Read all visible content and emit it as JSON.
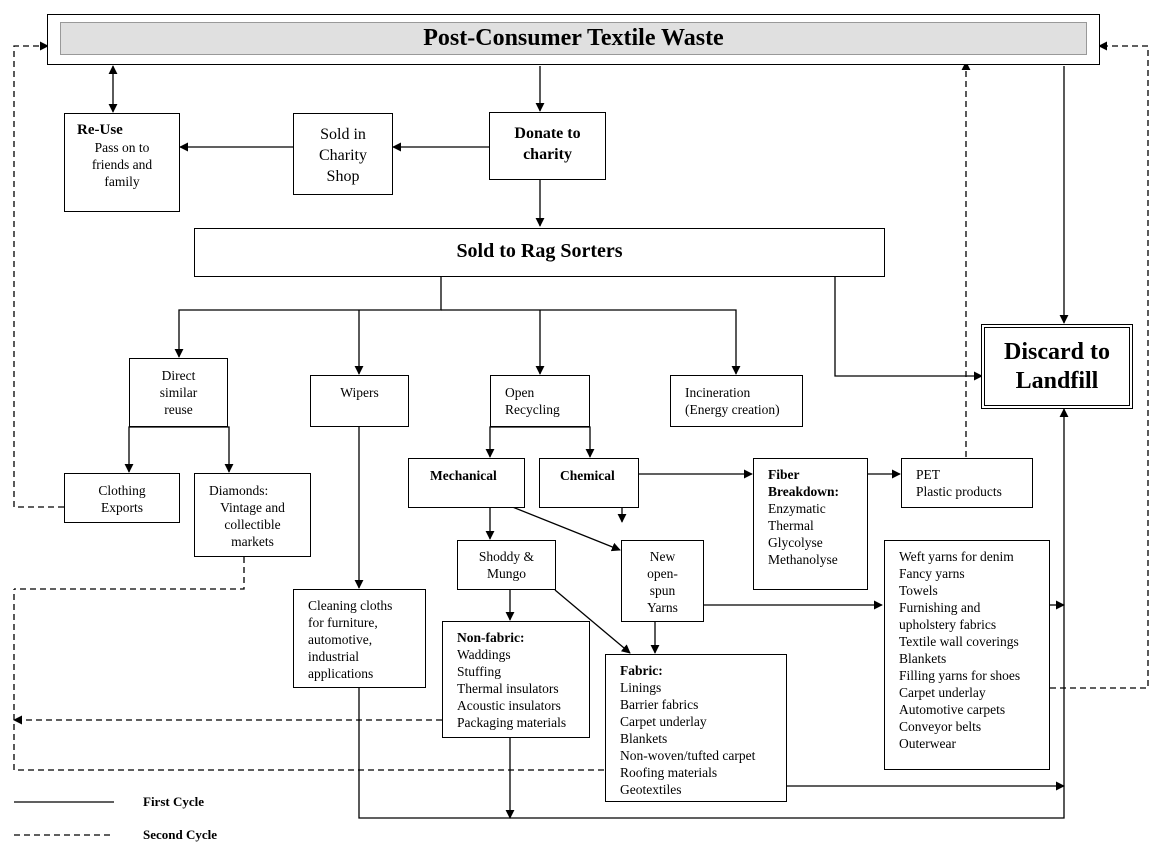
{
  "title": "Post-Consumer Textile Waste",
  "reuse": {
    "heading": "Re-Use",
    "lines": [
      "Pass on to",
      "friends and",
      "family"
    ]
  },
  "charity_shop": {
    "lines": [
      "Sold in",
      "Charity",
      "Shop"
    ]
  },
  "donate": {
    "lines": [
      "Donate to",
      "charity"
    ]
  },
  "rag_sorters": "Sold to Rag Sorters",
  "direct_reuse": {
    "lines": [
      "Direct",
      "similar",
      "reuse"
    ]
  },
  "wipers": "Wipers",
  "open_recycling": {
    "lines": [
      "Open",
      "Recycling"
    ]
  },
  "incineration": {
    "lines": [
      "Incineration",
      "(Energy creation)"
    ]
  },
  "landfill": {
    "lines": [
      "Discard to",
      "Landfill"
    ]
  },
  "clothing_exports": {
    "lines": [
      "Clothing",
      "Exports"
    ]
  },
  "diamonds": {
    "lines": [
      "Diamonds:",
      "Vintage and",
      "collectible",
      "markets"
    ]
  },
  "mechanical": "Mechanical",
  "chemical": "Chemical",
  "fiber_breakdown": {
    "heading": [
      "Fiber",
      "Breakdown:"
    ],
    "items": [
      "Enzymatic",
      "Thermal",
      "Glycolyse",
      "Methanolyse"
    ]
  },
  "pet": {
    "lines": [
      "PET",
      "Plastic products"
    ]
  },
  "shoddy": {
    "lines": [
      "Shoddy &",
      "Mungo"
    ]
  },
  "new_yarns": {
    "lines": [
      "New",
      "open-",
      "spun",
      "Yarns"
    ]
  },
  "cleaning": {
    "lines": [
      "Cleaning cloths",
      "for furniture,",
      "automotive,",
      "industrial",
      "applications"
    ]
  },
  "non_fabric": {
    "heading": "Non-fabric:",
    "items": [
      "Waddings",
      "Stuffing",
      "Thermal insulators",
      "Acoustic insulators",
      "Packaging materials"
    ]
  },
  "fabric": {
    "heading": "Fabric:",
    "items": [
      "Linings",
      "Barrier fabrics",
      "Carpet underlay",
      "Blankets",
      "Non-woven/tufted carpet",
      "Roofing materials",
      "Geotextiles"
    ]
  },
  "yarn_uses": {
    "items": [
      "Weft yarns for denim",
      "Fancy yarns",
      "Towels",
      "Furnishing and",
      "upholstery fabrics",
      "Textile wall coverings",
      "Blankets",
      "Filling yarns for shoes",
      "Carpet underlay",
      "Automotive carpets",
      "Conveyor belts",
      "Outerwear"
    ]
  },
  "legend": {
    "first": "First Cycle",
    "second": "Second Cycle"
  }
}
